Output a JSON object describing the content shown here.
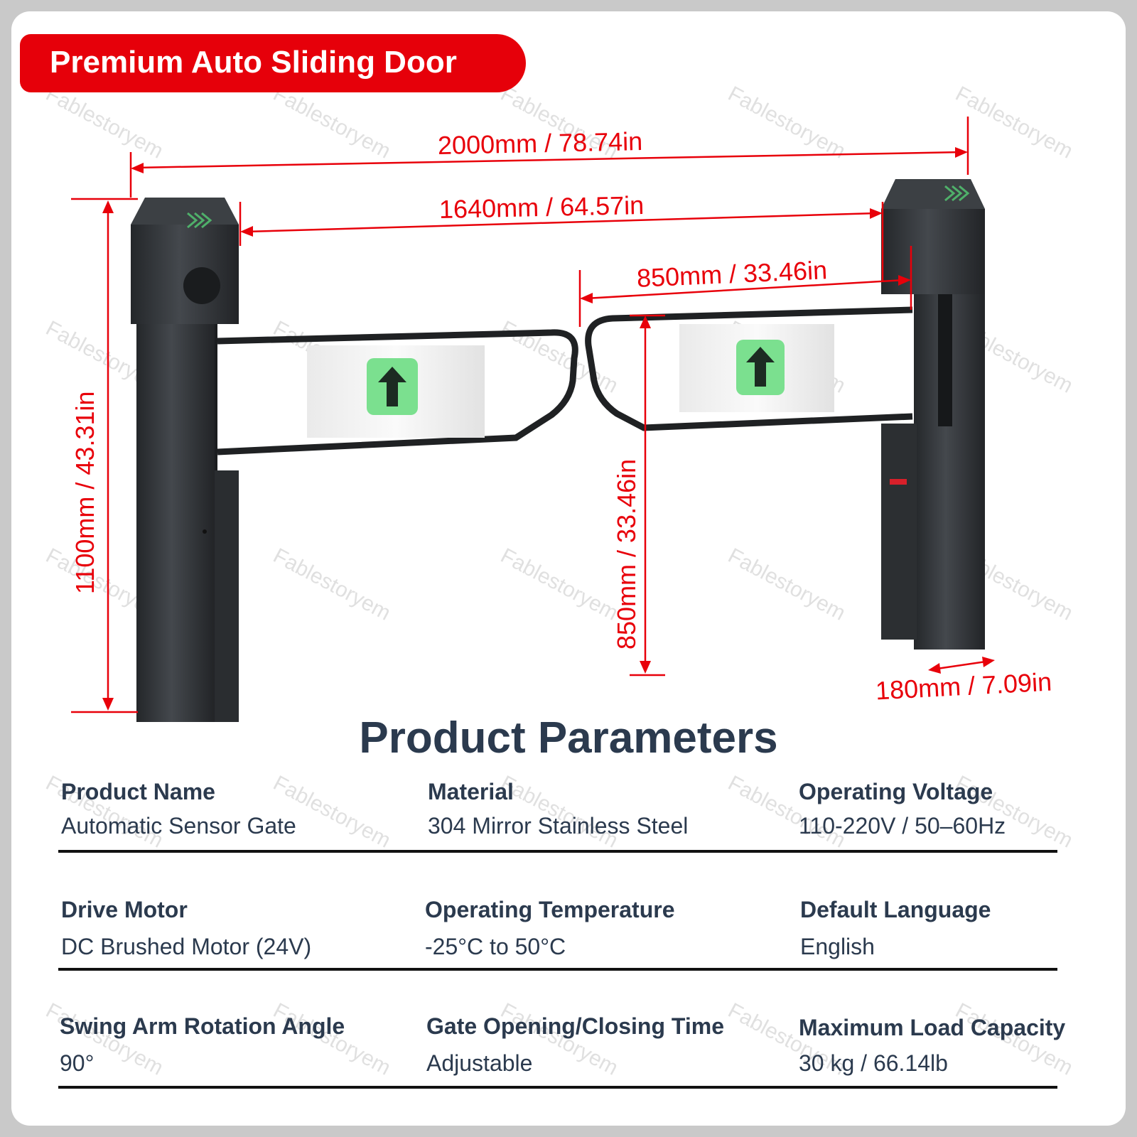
{
  "banner": {
    "title": "Premium Auto Sliding Door"
  },
  "dimensions": {
    "overall_width": "2000mm / 78.74in",
    "passage_width": "1640mm / 64.57in",
    "arm_length": "850mm / 33.46in",
    "height": "1100mm / 43.31in",
    "arm_height": "850mm / 33.46in",
    "post_depth": "180mm / 7.09in"
  },
  "watermark": "Fablestoryem",
  "params": {
    "title": "Product Parameters",
    "rows": [
      [
        {
          "label": "Product Name",
          "value": "Automatic Sensor Gate"
        },
        {
          "label": "Material",
          "value": "304 Mirror Stainless Steel"
        },
        {
          "label": "Operating Voltage",
          "value": "110-220V / 50–60Hz"
        }
      ],
      [
        {
          "label": "Drive Motor",
          "value": "DC Brushed Motor (24V)"
        },
        {
          "label": "Operating Temperature",
          "value": "-25°C to 50°C"
        },
        {
          "label": "Default Language",
          "value": "English"
        }
      ],
      [
        {
          "label": "Swing Arm Rotation Angle",
          "value": "90°"
        },
        {
          "label": "Gate Opening/Closing Time",
          "value": "Adjustable"
        },
        {
          "label": "Maximum Load Capacity",
          "value": "30 kg / 66.14lb"
        }
      ]
    ]
  },
  "colors": {
    "accent": "#e6000a",
    "dimension": "#e8000a",
    "text": "#2b3a4e",
    "post": "#2e3134",
    "arrow_panel": "#7be08f"
  },
  "icons": [
    "up-arrow-icon",
    "sensor-eye-icon",
    "logo-icon"
  ]
}
